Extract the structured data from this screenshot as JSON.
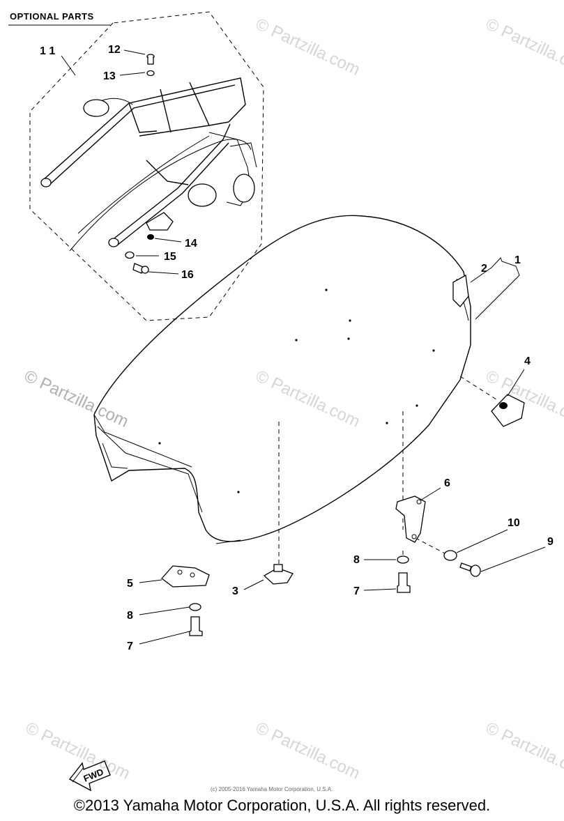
{
  "optional_parts_label": "OPTIONAL PARTS",
  "callouts": {
    "c1": "1",
    "c2": "2",
    "c3": "3",
    "c4": "4",
    "c5": "5",
    "c6": "6",
    "c7a": "7",
    "c7b": "7",
    "c8a": "8",
    "c8b": "8",
    "c9": "9",
    "c10": "10",
    "c11": "1 1",
    "c12": "12",
    "c13": "13",
    "c14": "14",
    "c15": "15",
    "c16": "16"
  },
  "fwd_label": "FWD",
  "watermark_text": "© Partzilla.com",
  "small_copyright": "(c) 2005-2016 Yamaha Motor Corporation, U.S.A.",
  "footer_copyright": "©2013 Yamaha Motor Corporation, U.S.A. All rights reserved."
}
